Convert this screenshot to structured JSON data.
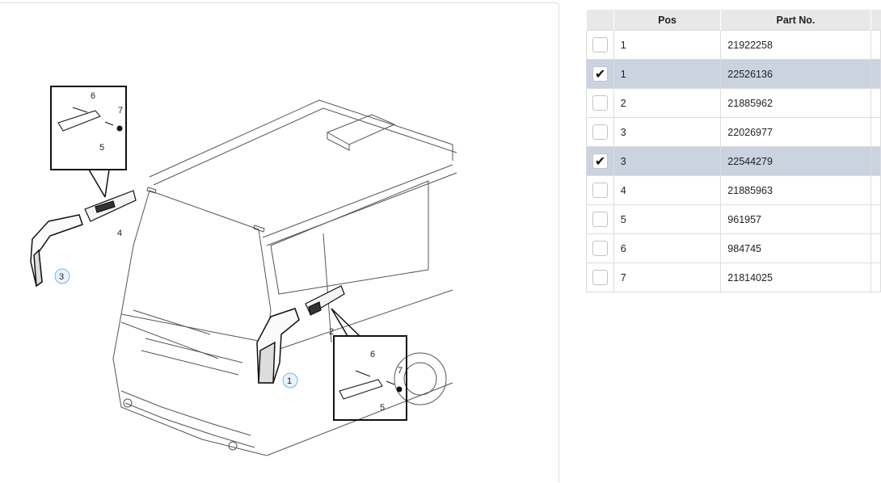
{
  "table": {
    "columns": [
      "",
      "Pos",
      "Part No.",
      ""
    ],
    "rows": [
      {
        "pos": "1",
        "part_no": "21922258",
        "checked": false
      },
      {
        "pos": "1",
        "part_no": "22526136",
        "checked": true
      },
      {
        "pos": "2",
        "part_no": "21885962",
        "checked": false
      },
      {
        "pos": "3",
        "part_no": "22026977",
        "checked": false
      },
      {
        "pos": "3",
        "part_no": "22544279",
        "checked": true
      },
      {
        "pos": "4",
        "part_no": "21885963",
        "checked": false
      },
      {
        "pos": "5",
        "part_no": "961957",
        "checked": false
      },
      {
        "pos": "6",
        "part_no": "984745",
        "checked": false
      },
      {
        "pos": "7",
        "part_no": "21814025",
        "checked": false
      }
    ]
  },
  "diagram": {
    "callouts": {
      "left_inset_6": "6",
      "left_inset_7": "7",
      "left_inset_5": "5",
      "left_4": "4",
      "left_3": "3",
      "right_2": "2",
      "right_1": "1",
      "right_inset_6": "6",
      "right_inset_7": "7",
      "right_inset_5": "5"
    },
    "highlight_color": "#7ab6e0"
  },
  "check_glyph": "✔"
}
